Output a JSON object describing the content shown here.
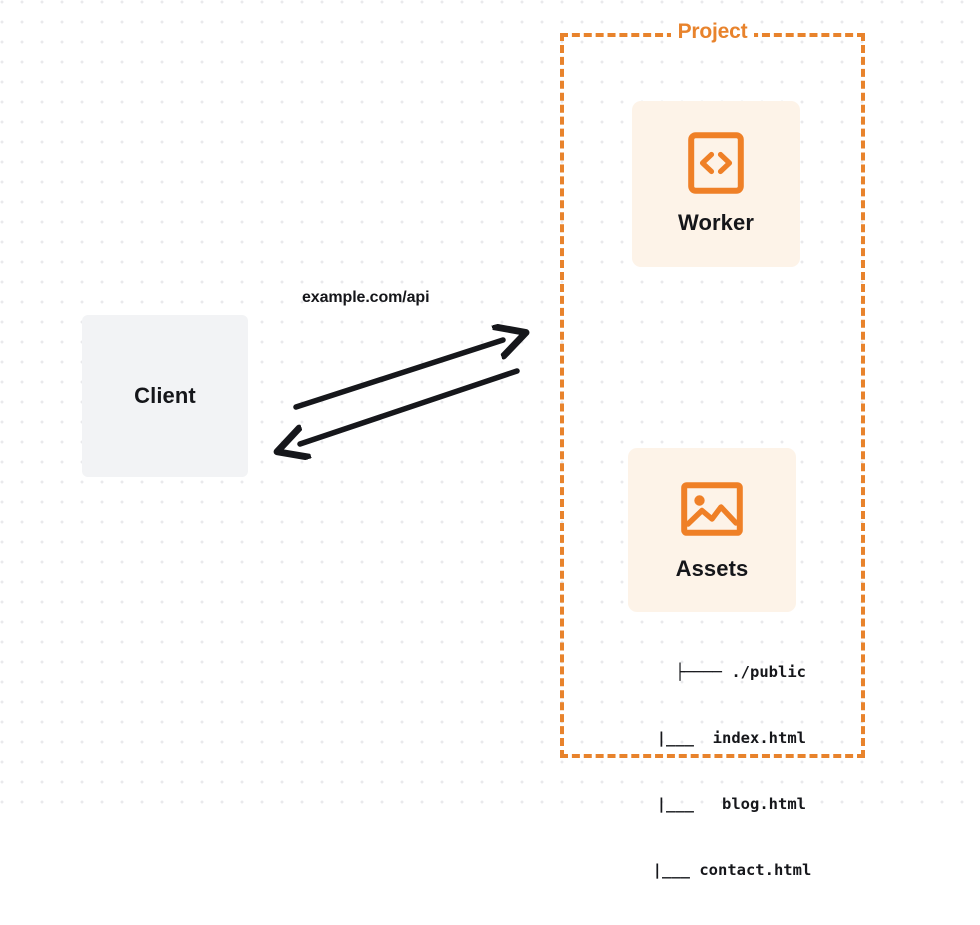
{
  "diagram": {
    "title": "Project",
    "accent_color": "#e8832c",
    "card_bg": "#fdf3e8",
    "client_bg": "#f2f3f5",
    "text_color": "#15161a",
    "background": "#ffffff",
    "dot_grid_color": "#e9e9ec"
  },
  "client": {
    "label": "Client",
    "icon": "none"
  },
  "connection": {
    "label": "example.com/api",
    "request_direction": "client-to-project",
    "response_direction": "project-to-client",
    "stroke_color": "#16171b"
  },
  "project": {
    "label": "Project",
    "nodes": [
      {
        "id": "worker",
        "label": "Worker",
        "icon": "code-brackets-icon"
      },
      {
        "id": "assets",
        "label": "Assets",
        "icon": "image-picture-icon"
      }
    ]
  },
  "assets_tree": {
    "rows": [
      "├──── ./public",
      "     |___  index.html",
      "     |___   blog.html",
      "     |___ contact.html"
    ],
    "root": "./public",
    "files": [
      "index.html",
      "blog.html",
      "contact.html"
    ]
  }
}
